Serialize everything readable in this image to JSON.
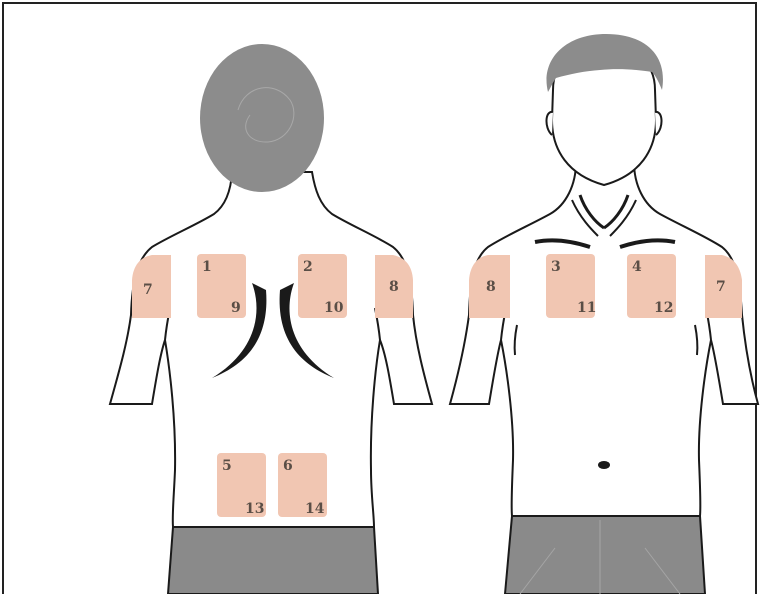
{
  "colors": {
    "patch": "#f1c6b2",
    "hair": "#8c8c8c",
    "shorts": "#8a8a8a",
    "outline": "#1a1a1a",
    "skin": "#ffffff",
    "label": "#5a4e46"
  },
  "back_figure": {
    "patches": [
      {
        "id": "back-left-shoulder",
        "labels": [
          "7"
        ]
      },
      {
        "id": "back-upper-left",
        "labels": [
          "1",
          "9"
        ]
      },
      {
        "id": "back-upper-right",
        "labels": [
          "2",
          "10"
        ]
      },
      {
        "id": "back-right-shoulder",
        "labels": [
          "8"
        ]
      },
      {
        "id": "back-lower-left",
        "labels": [
          "5",
          "13"
        ]
      },
      {
        "id": "back-lower-right",
        "labels": [
          "6",
          "14"
        ]
      }
    ]
  },
  "front_figure": {
    "patches": [
      {
        "id": "front-right-shoulder",
        "labels": [
          "8"
        ]
      },
      {
        "id": "front-chest-right",
        "labels": [
          "3",
          "11"
        ]
      },
      {
        "id": "front-chest-left",
        "labels": [
          "4",
          "12"
        ]
      },
      {
        "id": "front-left-shoulder",
        "labels": [
          "7"
        ]
      }
    ]
  }
}
